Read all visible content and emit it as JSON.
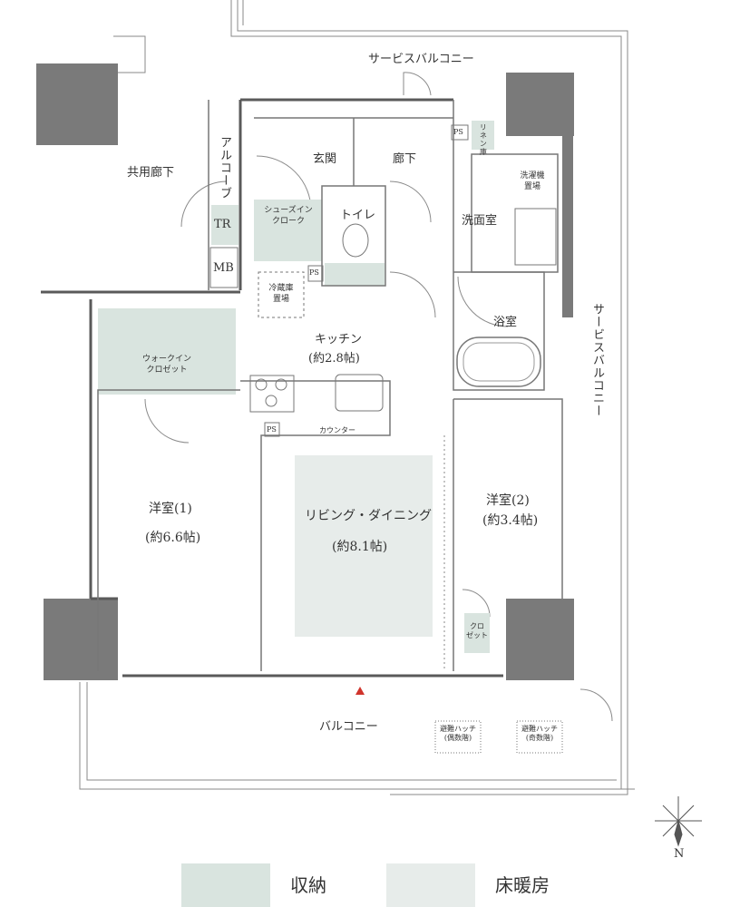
{
  "colors": {
    "storage": "#d9e4df",
    "floor_heating": "#e7ecea",
    "wall": "#7a7a7a",
    "line": "#777777",
    "entrance_marker": "#d0342c"
  },
  "rooms": {
    "service_balcony_top": "サービスバルコニー",
    "service_balcony_right": "サービスバルコニー",
    "alcove": "アルコーブ",
    "common_corridor": "共用廊下",
    "tr": "TR",
    "mb": "MB",
    "entrance": "玄関",
    "corridor": "廊下",
    "shoes_in_closet": "シューズイン\nクローク",
    "toilet": "トイレ",
    "ps1": "PS",
    "ps2": "PS",
    "ps3": "PS",
    "linen": "リネン庫",
    "washer": "洗濯機\n置場",
    "washroom": "洗面室",
    "bath": "浴室",
    "fridge": "冷蔵庫\n置場",
    "kitchen": "キッチン",
    "kitchen_size": "(約2.8帖)",
    "counter": "カウンター",
    "walk_in_closet": "ウォークイン\nクロゼット",
    "western1": "洋室(1)",
    "western1_size": "(約6.6帖)",
    "living": "リビング・ダイニング",
    "living_size": "(約8.1帖)",
    "western2": "洋室(2)",
    "western2_size": "(約3.4帖)",
    "closet": "クロ\nゼット",
    "balcony": "バルコニー",
    "hatch_even": "避難ハッチ\n(偶数階)",
    "hatch_odd": "避難ハッチ\n(奇数階)"
  },
  "compass": {
    "north_label": "N"
  },
  "legend": {
    "storage": "収納",
    "floor_heating": "床暖房"
  }
}
